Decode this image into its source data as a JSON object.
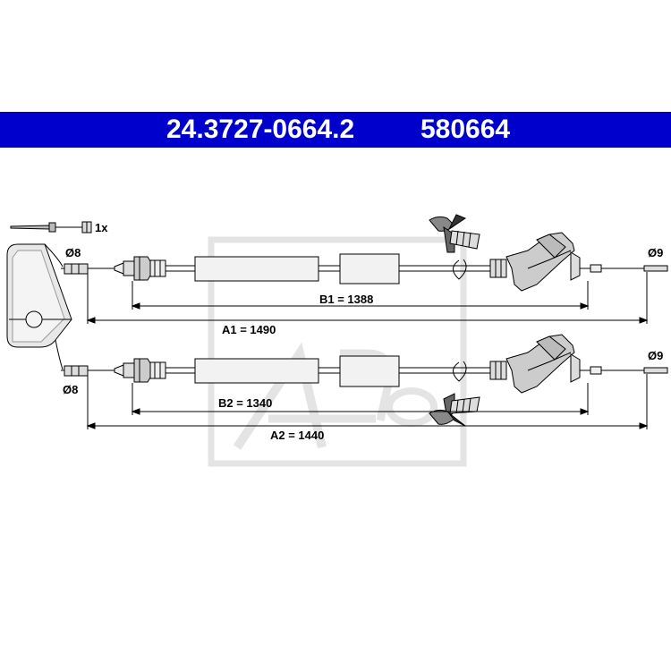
{
  "header": {
    "part_number": "24.3727-0664.2",
    "ref_number": "580664"
  },
  "accessory": {
    "quantity_label": "1x"
  },
  "cable_1": {
    "left_end_label": "Ø8",
    "right_end_label": "Ø9",
    "b_dimension": "B1 = 1388",
    "a_dimension": "A1 = 1490"
  },
  "cable_2": {
    "left_end_label": "Ø8",
    "right_end_label": "Ø9",
    "b_dimension": "B2 = 1340",
    "a_dimension": "A2 = 1440"
  },
  "colors": {
    "header_bg": "#0000cc",
    "line": "#000000",
    "watermark": "#e6e6e6"
  }
}
